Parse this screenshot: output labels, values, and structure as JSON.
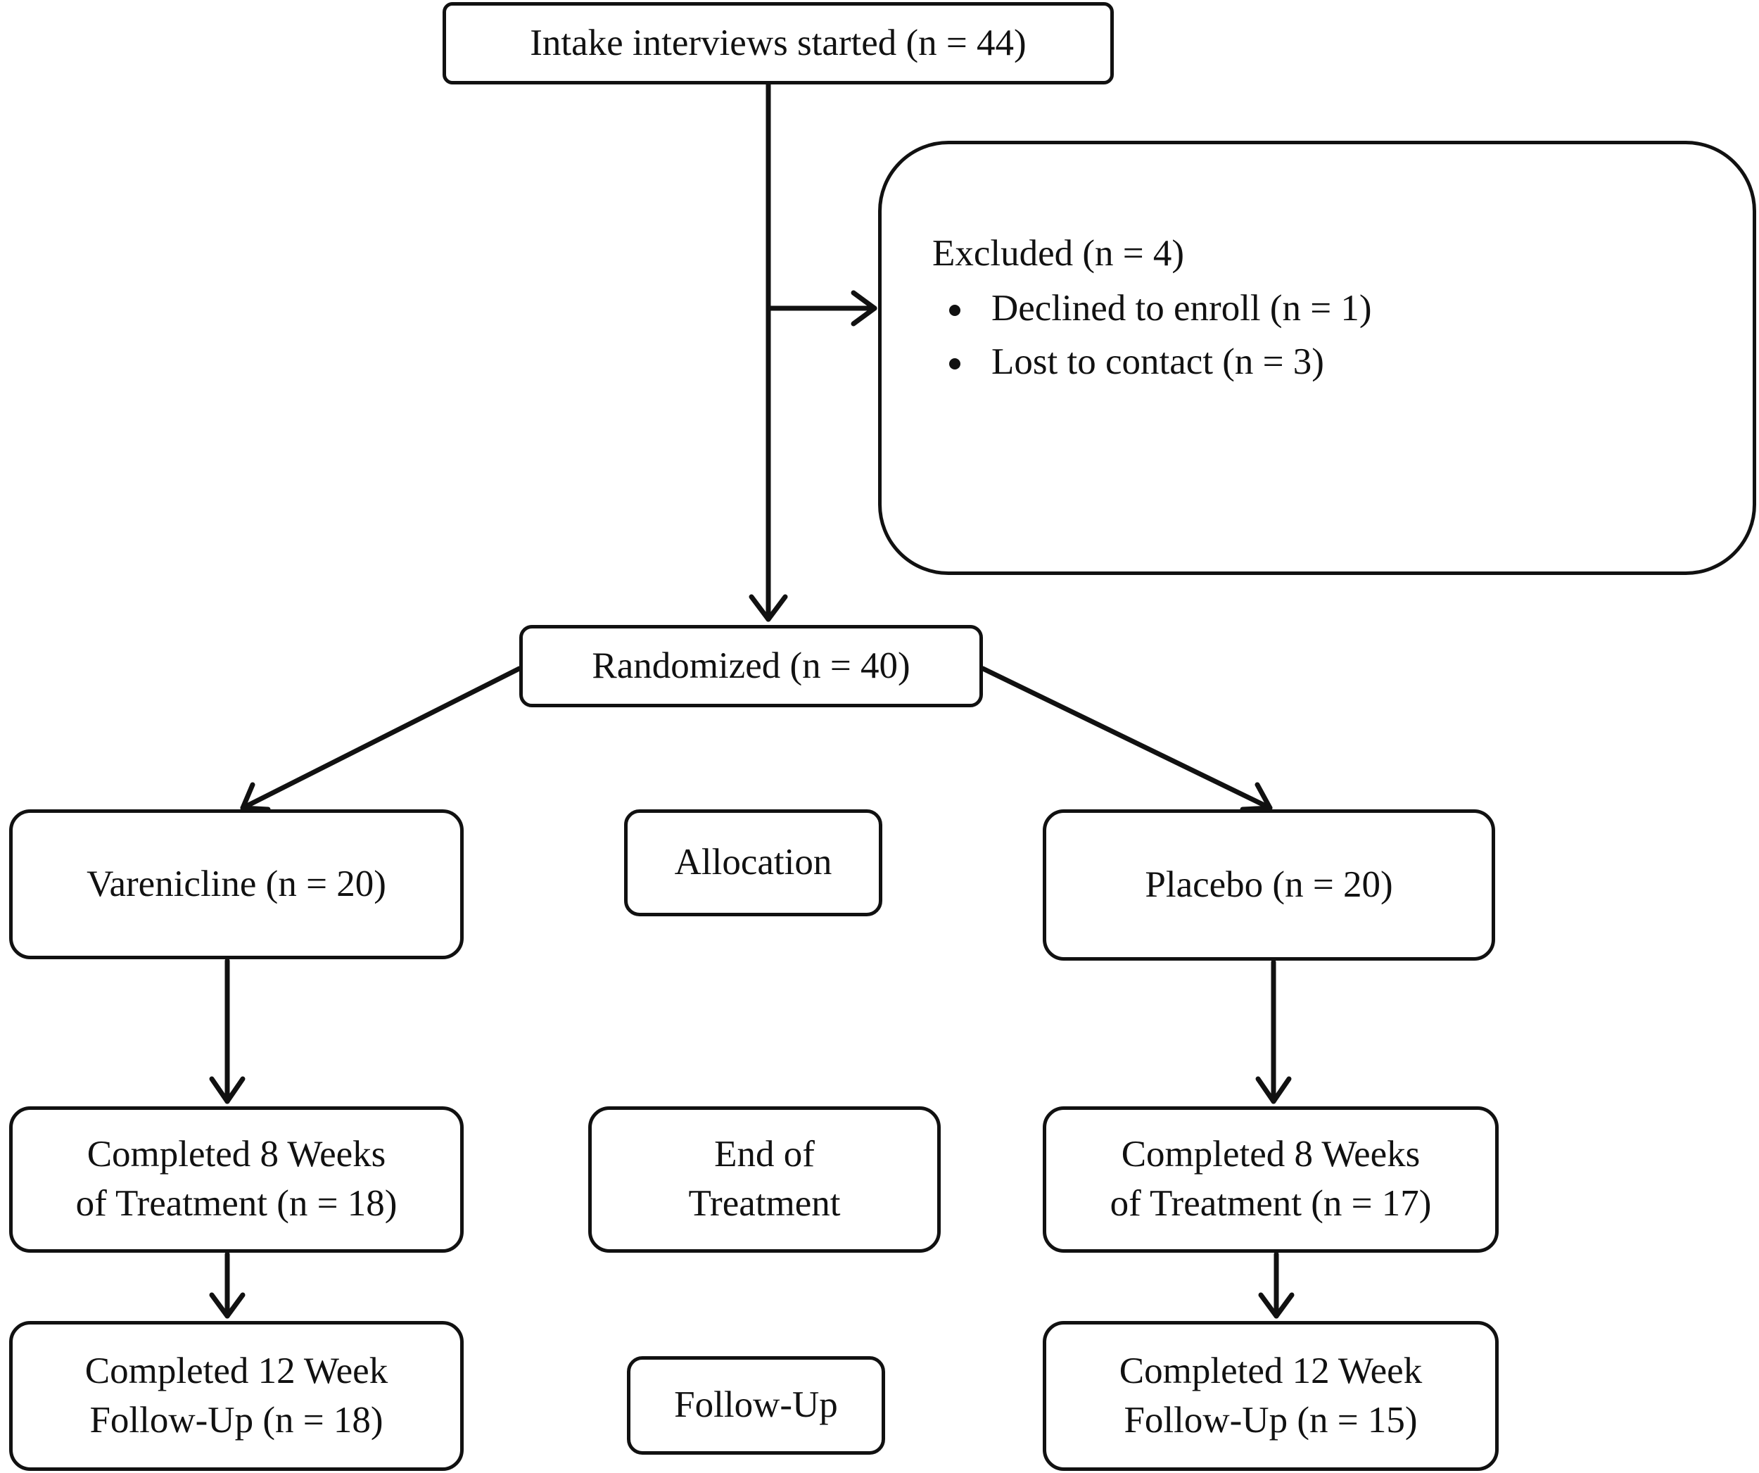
{
  "boxes": {
    "intake": "Intake interviews started (n = 44)",
    "excluded": {
      "title": "Excluded (n = 4)",
      "items": [
        "Declined to enroll (n = 1)",
        "Lost to contact (n = 3)"
      ]
    },
    "randomized": "Randomized (n = 40)",
    "allocation": "Allocation",
    "varenicline": "Varenicline (n = 20)",
    "placebo": "Placebo (n = 20)",
    "end_of_treatment": [
      "End of",
      "Treatment"
    ],
    "varenicline_8wk": [
      "Completed 8 Weeks",
      "of Treatment (n = 18)"
    ],
    "placebo_8wk": [
      "Completed 8 Weeks",
      "of Treatment (n = 17)"
    ],
    "follow_up": "Follow-Up",
    "varenicline_12wk": [
      "Completed 12 Week",
      "Follow-Up (n = 18)"
    ],
    "placebo_12wk": [
      "Completed 12 Week",
      "Follow-Up (n = 15)"
    ]
  },
  "colors": {
    "stroke": "#111111",
    "background": "#ffffff"
  }
}
